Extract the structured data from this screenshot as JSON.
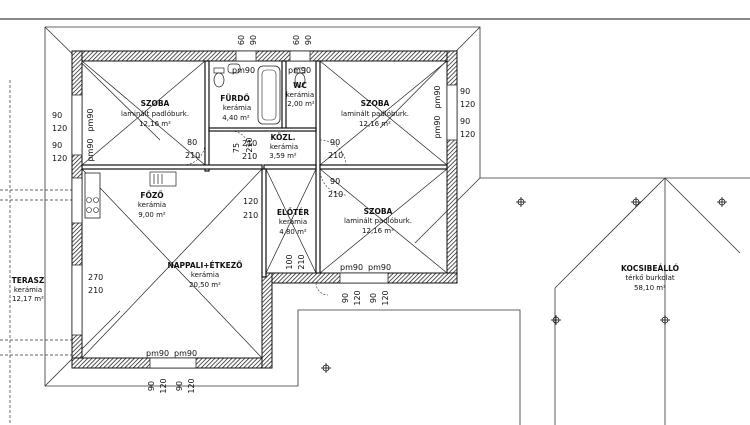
{
  "rooms": {
    "szoba1": {
      "name": "SZOBA",
      "floor": "laminált padlóburk.",
      "area": "12,16 m²"
    },
    "furdo": {
      "name": "FÜRDŐ",
      "floor": "kerámia",
      "area": "4,40 m²"
    },
    "wc": {
      "name": "WC",
      "floor": "kerámia",
      "area": "2,00 m²"
    },
    "szoba2": {
      "name": "SZOBA",
      "floor": "laminált padlóburk.",
      "area": "12,16 m²"
    },
    "kozl": {
      "name": "KÖZL.",
      "floor": "kerámia",
      "area": "3,59 m²"
    },
    "fozo": {
      "name": "FŐZŐ",
      "floor": "kerámia",
      "area": "9,00 m²"
    },
    "eloter": {
      "name": "ELŐTÉR",
      "floor": "kerámia",
      "area": "4,80 m²"
    },
    "szoba3": {
      "name": "SZOBA",
      "floor": "laminált padlóburk.",
      "area": "12,16 m²"
    },
    "nappali": {
      "name": "NAPPALI+ÉTKEZŐ",
      "floor": "kerámia",
      "area": "20,50 m²"
    },
    "terasz": {
      "name": "TERASZ",
      "floor": "kerámia",
      "area": "12,17 m²"
    },
    "kocsibeallo": {
      "name": "KOCSIBEÁLLÓ",
      "floor": "térkő burkolat",
      "area": "58,10 m²"
    }
  },
  "dims": {
    "d60": "60",
    "d90": "90",
    "d120": "120",
    "d80": "80",
    "d210": "210",
    "d75": "75",
    "d270": "270",
    "pm90": "pm90"
  }
}
